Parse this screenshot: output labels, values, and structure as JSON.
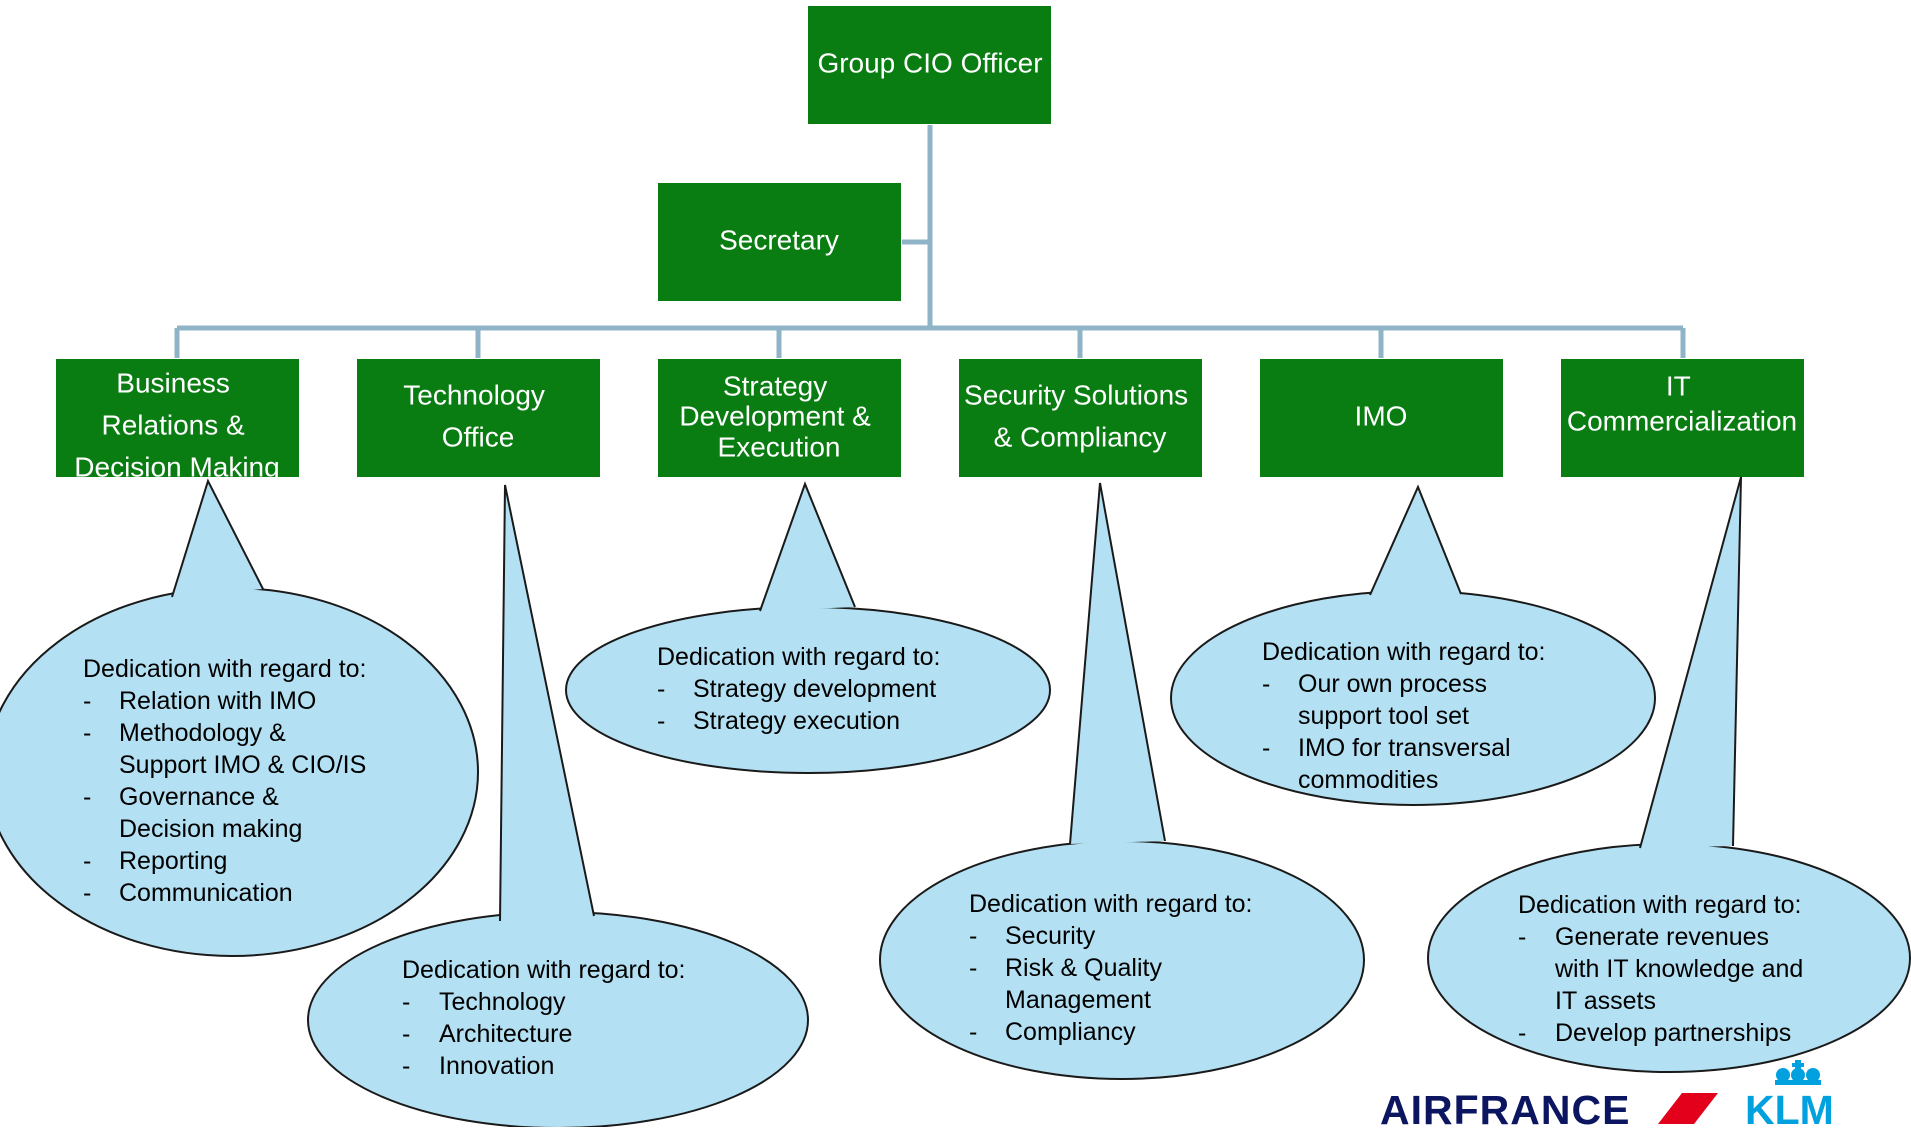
{
  "top": {
    "label": "Group CIO Officer"
  },
  "secretary": {
    "label": "Secretary"
  },
  "departments": [
    {
      "lines": [
        "Business",
        "Relations &",
        "Decision Making"
      ]
    },
    {
      "lines": [
        "Technology",
        "Office"
      ]
    },
    {
      "lines": [
        "Strategy",
        "Development &",
        "Execution"
      ]
    },
    {
      "lines": [
        "Security Solutions",
        "& Compliancy"
      ]
    },
    {
      "lines": [
        "IMO"
      ]
    },
    {
      "lines": [
        "IT",
        "Commercialization"
      ]
    }
  ],
  "bubbles": [
    {
      "heading": "Dedication with regard to:",
      "items": [
        [
          "Relation with IMO"
        ],
        [
          "Methodology &",
          "Support IMO & CIO/IS"
        ],
        [
          "Governance &",
          "Decision making"
        ],
        [
          "Reporting"
        ],
        [
          "Communication"
        ]
      ]
    },
    {
      "heading": "Dedication with regard to:",
      "items": [
        [
          "Technology"
        ],
        [
          "Architecture"
        ],
        [
          "Innovation"
        ]
      ]
    },
    {
      "heading": "Dedication with regard to:",
      "items": [
        [
          "Strategy development"
        ],
        [
          "Strategy execution"
        ]
      ]
    },
    {
      "heading": "Dedication with regard to:",
      "items": [
        [
          "Security"
        ],
        [
          "Risk & Quality",
          "Management"
        ],
        [
          "Compliancy"
        ]
      ]
    },
    {
      "heading": "Dedication with regard to:",
      "items": [
        [
          "Our own process",
          "support tool set"
        ],
        [
          "IMO for transversal",
          "commodities"
        ]
      ]
    },
    {
      "heading": "Dedication with regard to:",
      "items": [
        [
          "Generate revenues",
          "with IT knowledge and",
          "IT assets"
        ],
        [
          "Develop partnerships"
        ]
      ]
    }
  ],
  "bullet": "-",
  "logo": {
    "airline1": "AIRFRANCE",
    "airline2": "KLM"
  },
  "colors": {
    "box": "#0a7d12",
    "bubble": "#b3e0f2",
    "connector": "#8fb4c8",
    "klm": "#00a1de",
    "airfrance": "#0b1560",
    "accent": "#e3001b"
  }
}
